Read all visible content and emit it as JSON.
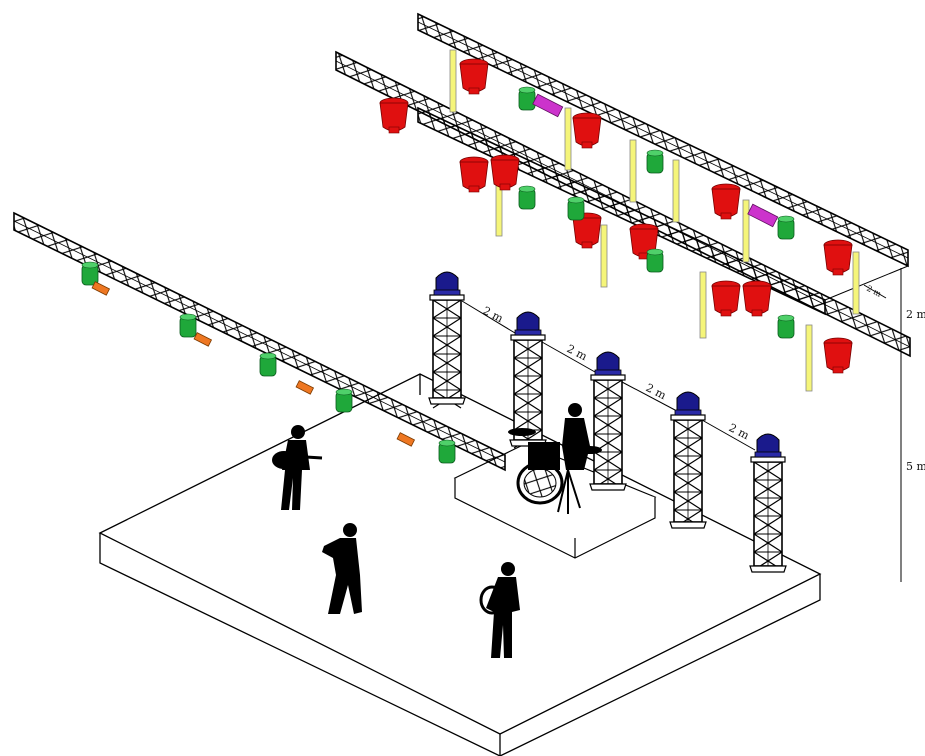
{
  "dimensions": {
    "truss_spacing_1": "2 m",
    "truss_spacing_2": "2 m",
    "truss_spacing_3": "2 m",
    "truss_spacing_4": "2 m",
    "side_height": "2 m",
    "total_height": "5 m",
    "small_label": "2 m"
  },
  "colors": {
    "line": "#000000",
    "spot_red": "#e01010",
    "wash_green": "#1fa83a",
    "led_magenta": "#cc33cc",
    "strobe_orange": "#ee7722",
    "moving_head_blue": "#1a1a8c",
    "hanger_yellow": "#f5f57a"
  },
  "icons": [
    "red-spotlight-icon",
    "green-wash-light-icon",
    "magenta-led-bar-icon",
    "orange-strobe-icon",
    "blue-moving-head-icon",
    "performer-silhouette-icon",
    "drum-kit-icon"
  ]
}
